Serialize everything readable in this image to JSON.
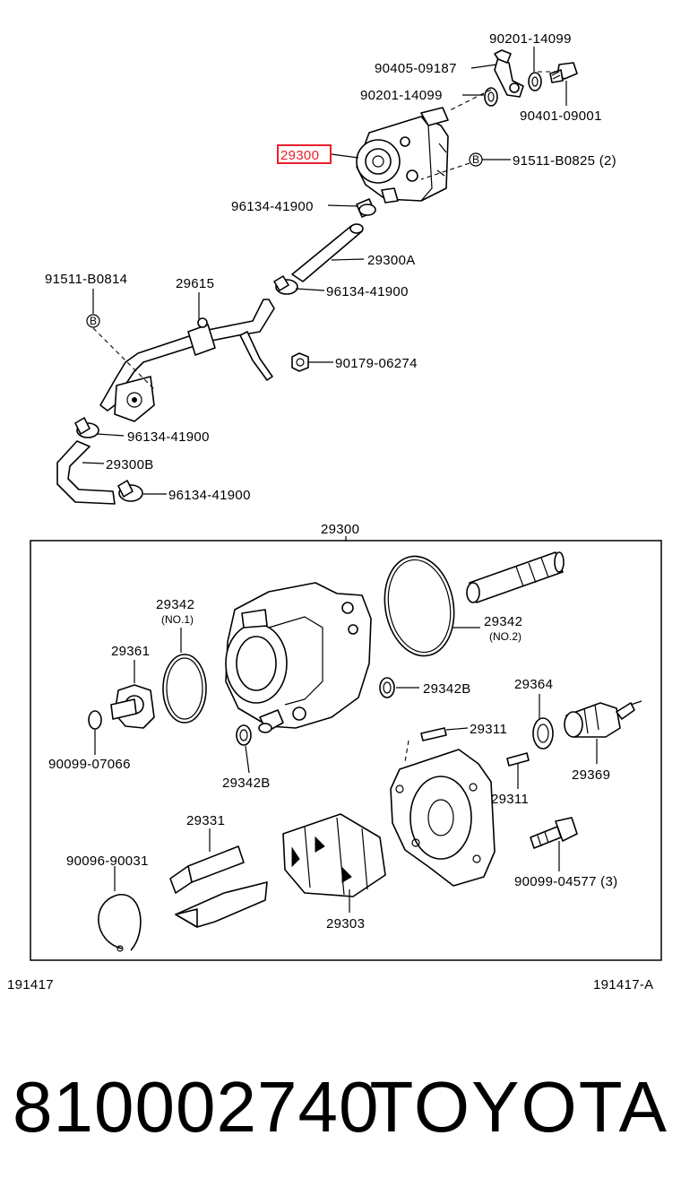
{
  "upper_labels": {
    "p_90201_14099_top": "90201-14099",
    "p_90405_09187": "90405-09187",
    "p_90201_14099_mid": "90201-14099",
    "p_90401_09001": "90401-09001",
    "p_29300_highlight": "29300",
    "p_91511_B0825": "91511-B0825 (2)",
    "p_96134_41900_a": "96134-41900",
    "p_29300A": "29300A",
    "p_91511_B0814": "91511-B0814",
    "p_29615": "29615",
    "p_96134_41900_b": "96134-41900",
    "p_90179_06274": "90179-06274",
    "p_96134_41900_c": "96134-41900",
    "p_29300B": "29300B",
    "p_96134_41900_d": "96134-41900",
    "bolt_marker": "B"
  },
  "box_title": "29300",
  "box_labels": {
    "p_29342_no1": "29342",
    "p_29342_no1_sub": "(NO.1)",
    "p_29361": "29361",
    "p_90099_07066": "90099-07066",
    "p_29342B_lower": "29342B",
    "p_29342_no2": "29342",
    "p_29342_no2_sub": "(NO.2)",
    "p_29342B_right": "29342B",
    "p_29364": "29364",
    "p_29311_top": "29311",
    "p_29311_bottom": "29311",
    "p_29369": "29369",
    "p_29331": "29331",
    "p_90096_90031": "90096-90031",
    "p_29303": "29303",
    "p_90099_04577": "90099-04577 (3)"
  },
  "codes": {
    "left": "191417",
    "right": "191417-A"
  },
  "footer": {
    "part_number": "810002740",
    "brand": "TOYOTA"
  },
  "colors": {
    "highlight_box": "#e8202a",
    "ink": "#000000",
    "background": "#ffffff"
  }
}
